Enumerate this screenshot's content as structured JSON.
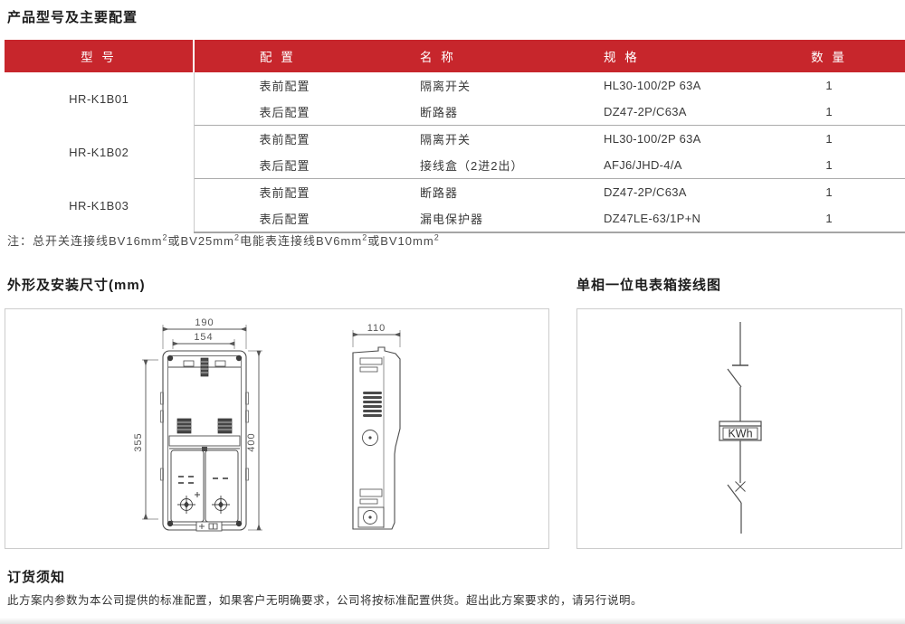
{
  "page": {
    "title": "产品型号及主要配置",
    "dimensions_section_title": "外形及安装尺寸(mm)",
    "wiring_section_title": "单相一位电表箱接线图",
    "ordering_title": "订货须知",
    "ordering_body": "此方案内参数为本公司提供的标准配置，如果客户无明确要求，公司将按标准配置供货。超出此方案要求的，请另行说明。"
  },
  "colors": {
    "header_red": "#C7262C",
    "line_gray": "#ababab",
    "drawing_stroke": "#4d4d4d"
  },
  "table": {
    "headers": {
      "model": "型 号",
      "config": "配 置",
      "name": "名 称",
      "spec": "规 格",
      "qty": "数 量"
    },
    "groups": [
      {
        "model": "HR-K1B01",
        "rows": [
          {
            "config": "表前配置",
            "name": "隔离开关",
            "spec": "HL30-100/2P 63A",
            "qty": "1"
          },
          {
            "config": "表后配置",
            "name": "断路器",
            "spec": "DZ47-2P/C63A",
            "qty": "1"
          }
        ]
      },
      {
        "model": "HR-K1B02",
        "rows": [
          {
            "config": "表前配置",
            "name": "隔离开关",
            "spec": "HL30-100/2P 63A",
            "qty": "1"
          },
          {
            "config": "表后配置",
            "name": "接线盒（2进2出）",
            "spec": "AFJ6/JHD-4/A",
            "qty": "1"
          }
        ]
      },
      {
        "model": "HR-K1B03",
        "rows": [
          {
            "config": "表前配置",
            "name": "断路器",
            "spec": "DZ47-2P/C63A",
            "qty": "1"
          },
          {
            "config": "表后配置",
            "name": "漏电保护器",
            "spec": "DZ47LE-63/1P+N",
            "qty": "1"
          }
        ]
      }
    ]
  },
  "note": {
    "p1": "注：总开关连接线BV16mm",
    "s1": "2",
    "p2": "或BV25mm",
    "s2": "2",
    "p3": "电能表连接线BV6mm",
    "s3": "2",
    "p4": "或BV10mm",
    "s4": "2"
  },
  "drawing": {
    "front_outer_width": "190",
    "front_inner_width": "154",
    "front_height_left": "355",
    "front_height_right": "400",
    "side_depth": "110"
  },
  "wiring": {
    "meter_label": "KWh"
  }
}
